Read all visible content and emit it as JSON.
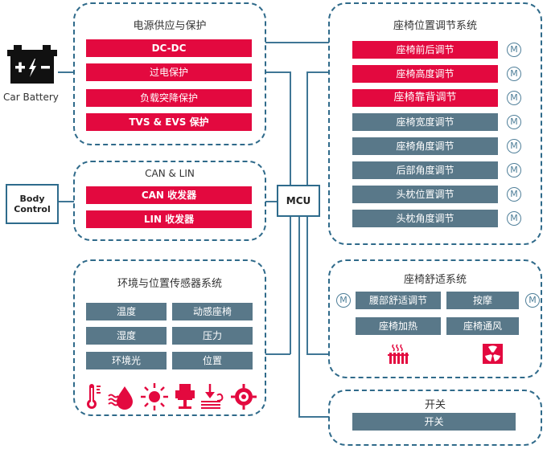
{
  "battery": {
    "label": "Car Battery",
    "icon": "car-battery-icon"
  },
  "body_control": {
    "label_line1": "Body",
    "label_line2": "Control"
  },
  "mcu": {
    "label": "MCU"
  },
  "power_group": {
    "title": "电源供应与保护",
    "items": [
      "DC-DC",
      "过电保护",
      "负载突降保护",
      "TVS & EVS 保护"
    ]
  },
  "can_group": {
    "title": "CAN & LIN",
    "items": [
      "CAN 收发器",
      "LIN 收发器"
    ]
  },
  "sensor_group": {
    "title": "环境与位置传感器系统",
    "items": [
      "温度",
      "动感座椅",
      "湿度",
      "压力",
      "环境光",
      "位置"
    ],
    "icons": [
      "thermometer-icon",
      "humidity-icon",
      "sun-icon",
      "seat-icon",
      "pressure-icon",
      "target-icon"
    ]
  },
  "seat_position_group": {
    "title": "座椅位置调节系统",
    "items": [
      {
        "label": "座椅前后调节",
        "color": "red"
      },
      {
        "label": "座椅高度调节",
        "color": "red"
      },
      {
        "label": "座椅靠背调节",
        "color": "red"
      },
      {
        "label": "座椅宽度调节",
        "color": "slate"
      },
      {
        "label": "座椅角度调节",
        "color": "slate"
      },
      {
        "label": "后部角度调节",
        "color": "slate"
      },
      {
        "label": "头枕位置调节",
        "color": "slate"
      },
      {
        "label": "头枕角度调节",
        "color": "slate"
      }
    ],
    "motor_label": "M"
  },
  "comfort_group": {
    "title": "座椅舒适系统",
    "items": [
      "腰部舒适调节",
      "按摩",
      "座椅加热",
      "座椅通风"
    ],
    "motor_label": "M",
    "icons": [
      "heater-icon",
      "fan-icon"
    ]
  },
  "switch_group": {
    "title": "开关",
    "items": [
      "开关"
    ]
  },
  "colors": {
    "red": "#e3093f",
    "slate": "#597889",
    "line": "#3f7695"
  }
}
